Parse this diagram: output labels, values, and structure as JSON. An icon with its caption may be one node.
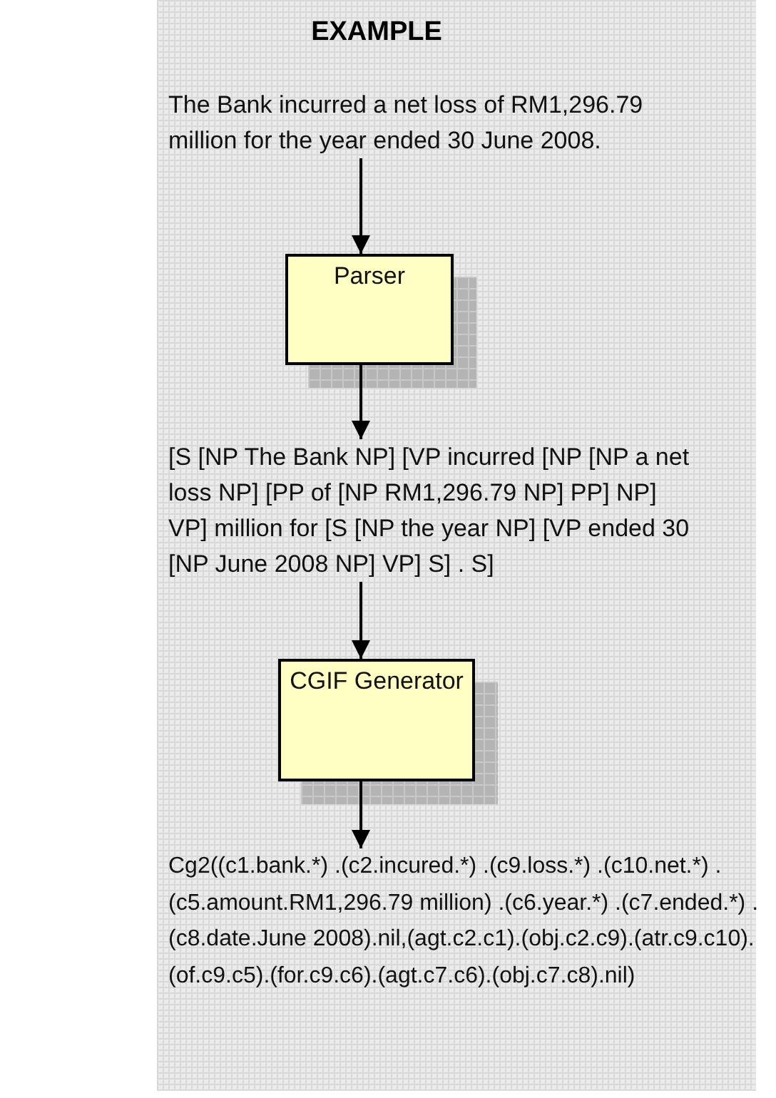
{
  "diagram": {
    "title": "EXAMPLE",
    "nodes": [
      {
        "text": [
          "The Bank incurred a net loss of RM1,296.79 million for the year ended 30 June 2008."
        ]
      },
      {
        "text": [
          "Parser"
        ]
      },
      {
        "text": [
          "[S [NP The Bank NP] [VP incurred [NP [NP a net loss NP] [PP of [NP RM1,296.79 NP] PP] NP] VP] million for [S [NP the year NP] [VP ended 30 [NP June 2008 NP] VP] S] . S]"
        ]
      },
      {
        "text": [
          "CGIF Generator"
        ]
      },
      {
        "text": [
          "Cg2((c1.bank.*) .(c2.incured.*) .(c9.loss.*) .(c10.net.*) .(c5.amount.RM1,296.79 million) .(c6.year.*) .(c7.ended.*) .(c8.date.June 2008).nil,(agt.c2.c1).(obj.c2.c9).(atr.c9.c10).(of.c9.c5).(for.c9.c6).(agt.c7.c6).(obj.c7.c8).nil)"
        ]
      }
    ],
    "edges": [
      {
        "from": 0,
        "to": 1,
        "arrow": "to"
      },
      {
        "from": 1,
        "to": 2,
        "arrow": "to"
      },
      {
        "from": 2,
        "to": 3,
        "arrow": "to"
      },
      {
        "from": 3,
        "to": 4,
        "arrow": "to"
      }
    ]
  }
}
